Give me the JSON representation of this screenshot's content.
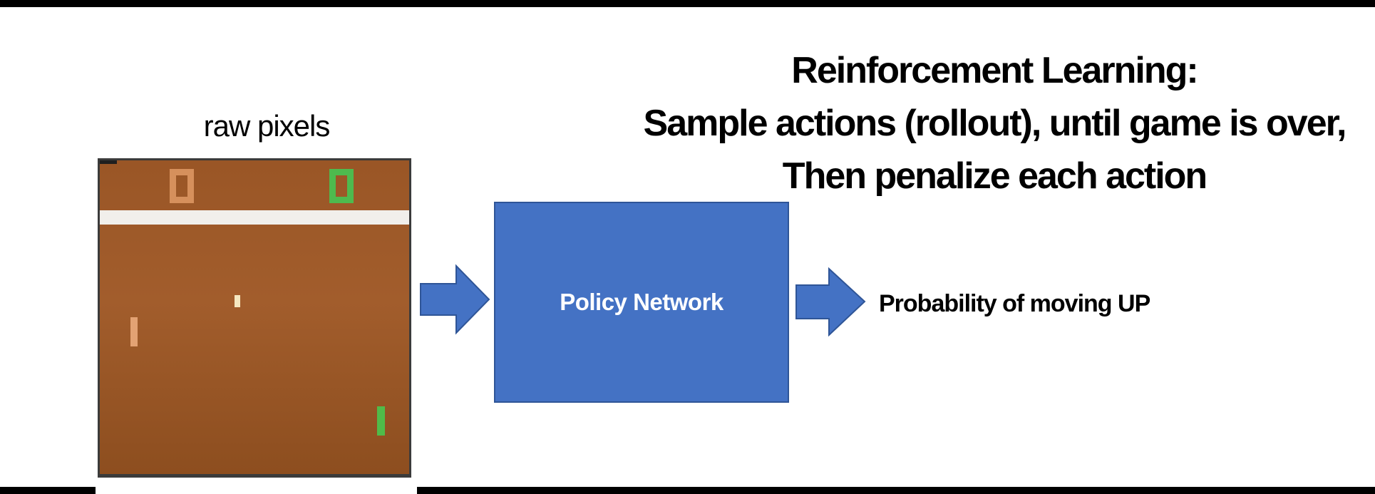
{
  "title": {
    "lines": [
      "Reinforcement Learning:",
      "Sample actions (rollout), until game is over,",
      "Then penalize each action"
    ]
  },
  "raw_pixels_label": "raw pixels",
  "game_screen": {
    "description": "Atari Pong raw game frame",
    "left_score": "0",
    "right_score": "0"
  },
  "policy_box": {
    "label": "Policy Network"
  },
  "output_label": "Probability of moving UP",
  "icons": {
    "input_arrow": "right-arrow",
    "output_arrow": "right-arrow"
  },
  "colors": {
    "accent_blue": "#4472c4",
    "shape_border": "#2f5597",
    "field_brown_top": "#9a5626",
    "field_brown_mid": "#a25d2c",
    "field_brown_bottom": "#8d4e1f",
    "band_white": "#f1efeb",
    "score_orange": "#d6905c",
    "score_green": "#4eba4e",
    "paddle_left": "#e3a273",
    "paddle_right": "#50bb49",
    "ball_cream": "#f5e7c0",
    "frame_dark": "#3b3b3b",
    "bar_black": "#000000"
  }
}
